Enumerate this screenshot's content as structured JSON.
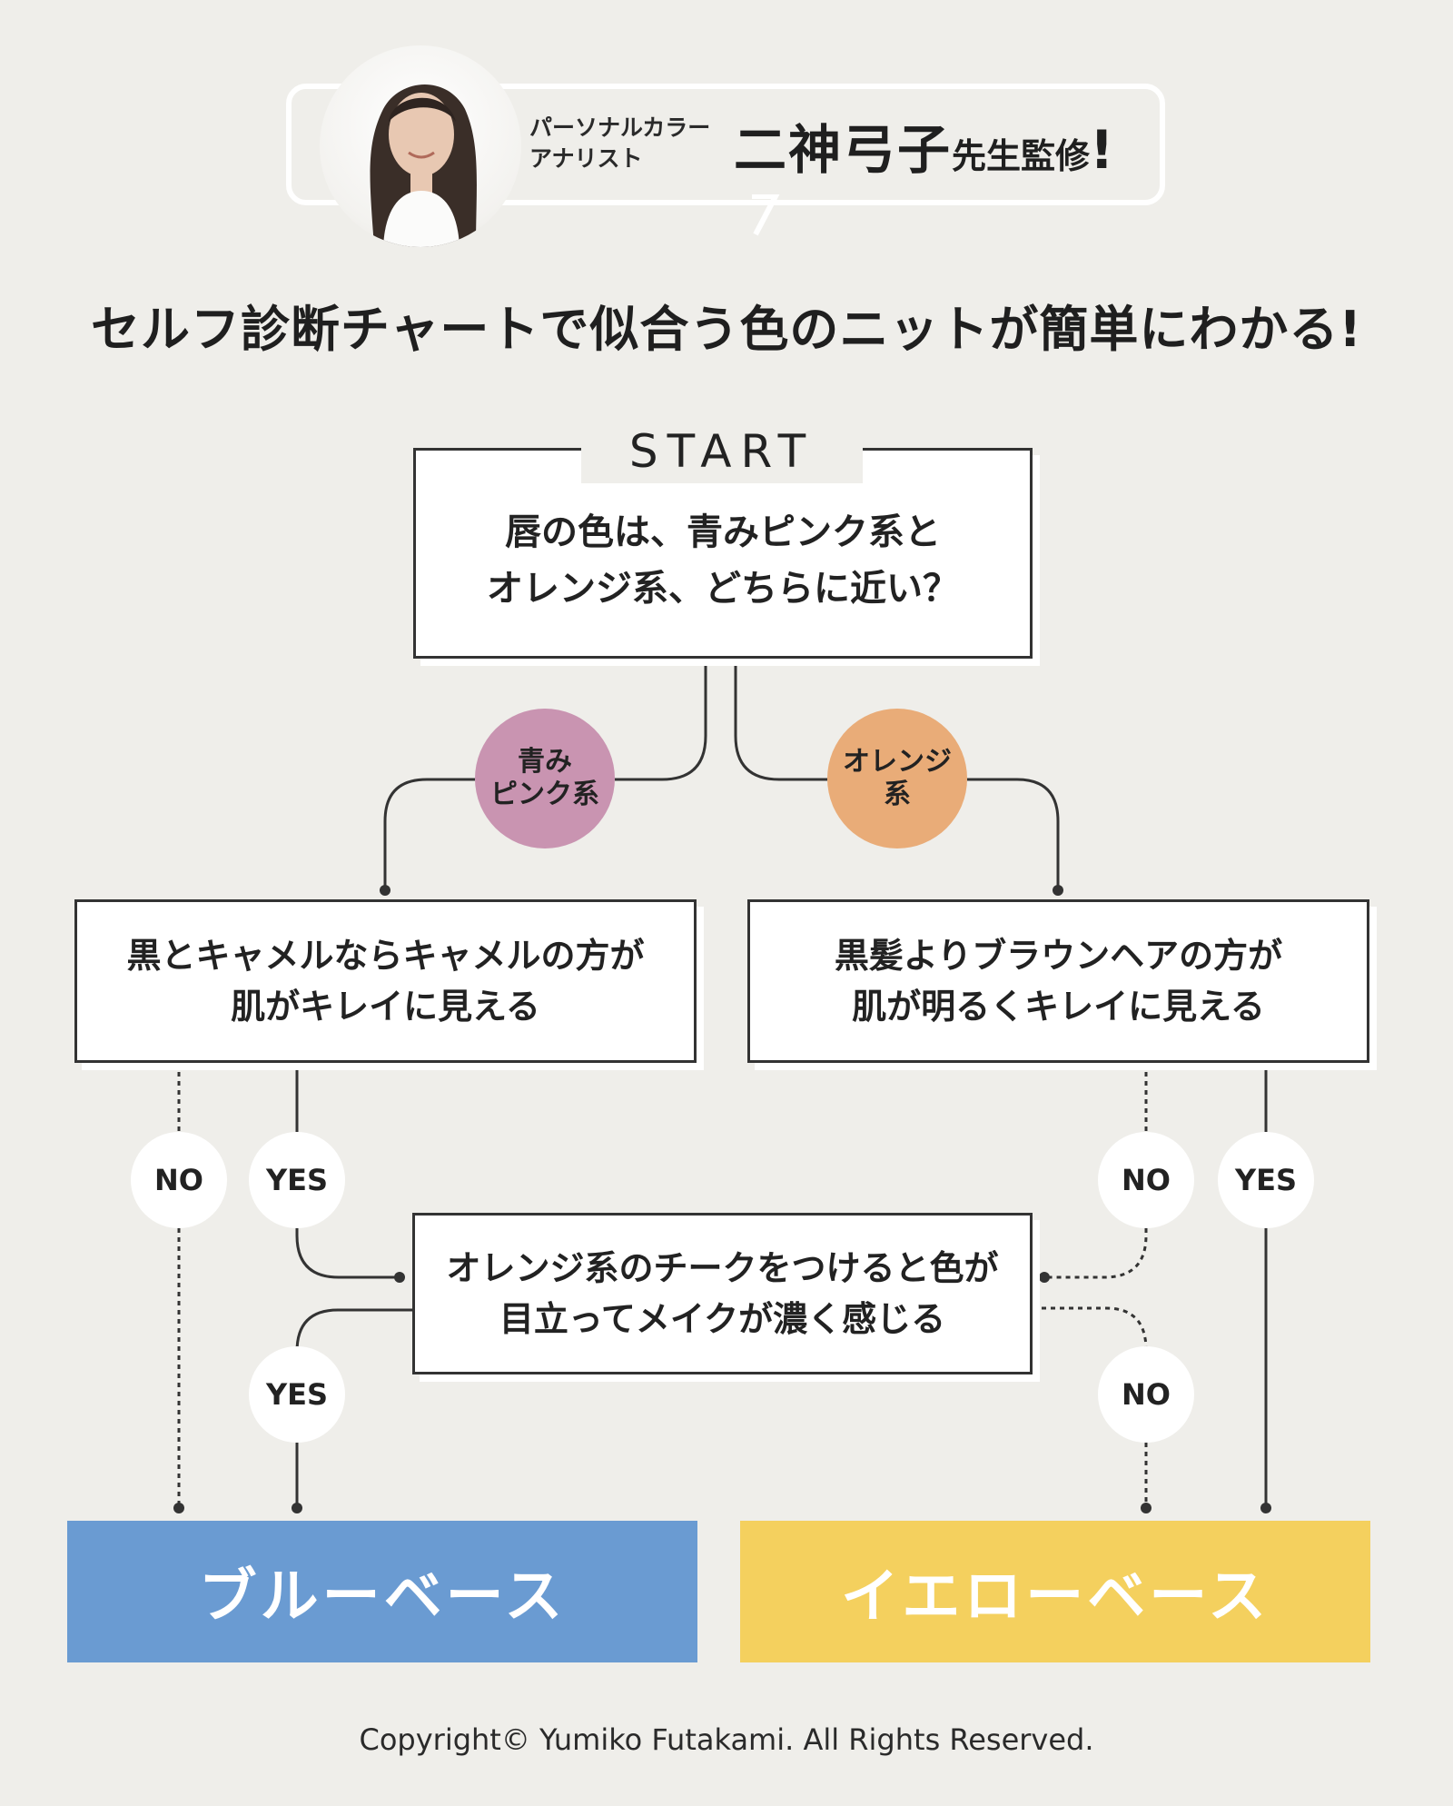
{
  "header": {
    "role_line1": "パーソナルカラー",
    "role_line2": "アナリスト",
    "name": "二神弓子",
    "name_suffix": "先生監修",
    "exclaim": "!"
  },
  "headline": "セルフ診断チャートで似合う色のニットが簡単にわかる!",
  "start": {
    "label": "START",
    "question_line1": "唇の色は、青みピンク系と",
    "question_line2": "オレンジ系、どちらに近い？"
  },
  "branches": {
    "pink_line1": "青み",
    "pink_line2": "ピンク系",
    "orange_line1": "オレンジ",
    "orange_line2": "系"
  },
  "left_question": {
    "line1": "黒とキャメルならキャメルの方が",
    "line2": "肌がキレイに見える"
  },
  "right_question": {
    "line1": "黒髪よりブラウンヘアの方が",
    "line2": "肌が明るくキレイに見える"
  },
  "middle_question": {
    "line1": "オレンジ系のチークをつけると色が",
    "line2": "目立ってメイクが濃く感じる"
  },
  "answers": {
    "no": "NO",
    "yes": "YES"
  },
  "results": {
    "blue_base": "ブルーベース",
    "yellow_base": "イエローベース"
  },
  "colors": {
    "background": "#efeeea",
    "pink": "#c994b1",
    "orange": "#e9ac78",
    "blue_base": "#6a9bd2",
    "yellow_base": "#f4d05e"
  },
  "copyright": "Copyright© Yumiko Futakami. All Rights Reserved."
}
